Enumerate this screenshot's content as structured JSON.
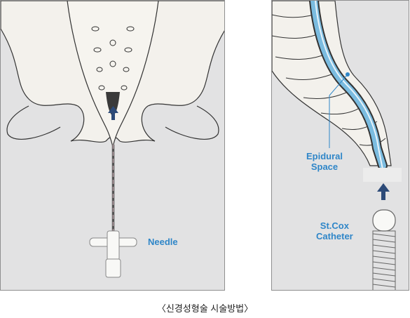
{
  "left_panel": {
    "needle_label": "Needle"
  },
  "right_panel": {
    "epidural_label_line1": "Epidural",
    "epidural_label_line2": "Space",
    "catheter_label_line1": "St.Cox",
    "catheter_label_line2": "Catheter"
  },
  "caption": "〈신경성형술 시술방법〉",
  "colors": {
    "label_blue": "#2f86c8",
    "bone": "#f3f1ec",
    "panel_bg": "#e2e2e3",
    "arrow": "#2c4a78",
    "epidural_blue": "#7bbce0"
  }
}
